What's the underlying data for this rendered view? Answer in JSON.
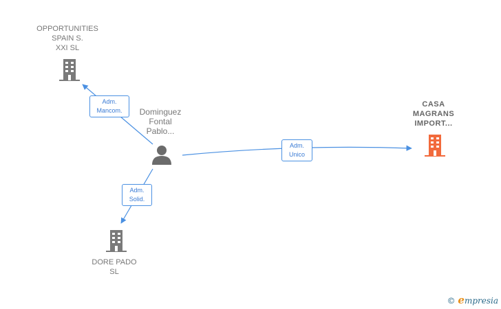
{
  "nodes": {
    "opportunities": {
      "label": "OPPORTUNITIES\nSPAIN S.\nXXI  SL"
    },
    "person": {
      "label": "Dominguez\nFontal\nPablo..."
    },
    "casa": {
      "label": "CASA\nMAGRANS\nIMPORT..."
    },
    "dore": {
      "label": "DORE PADO\nSL"
    }
  },
  "edges": {
    "to_opportunities": {
      "label": "Adm.\nMancom."
    },
    "to_casa": {
      "label": "Adm.\nUnico"
    },
    "to_dore": {
      "label": "Adm.\nSolid."
    }
  },
  "watermark": {
    "copyright": "©",
    "brand_initial": "e",
    "brand_rest": "mpresia"
  },
  "colors": {
    "edge": "#4a90e2",
    "company": "#7a7a7a",
    "focus_company": "#f26a3c",
    "person": "#6b6b6b"
  }
}
